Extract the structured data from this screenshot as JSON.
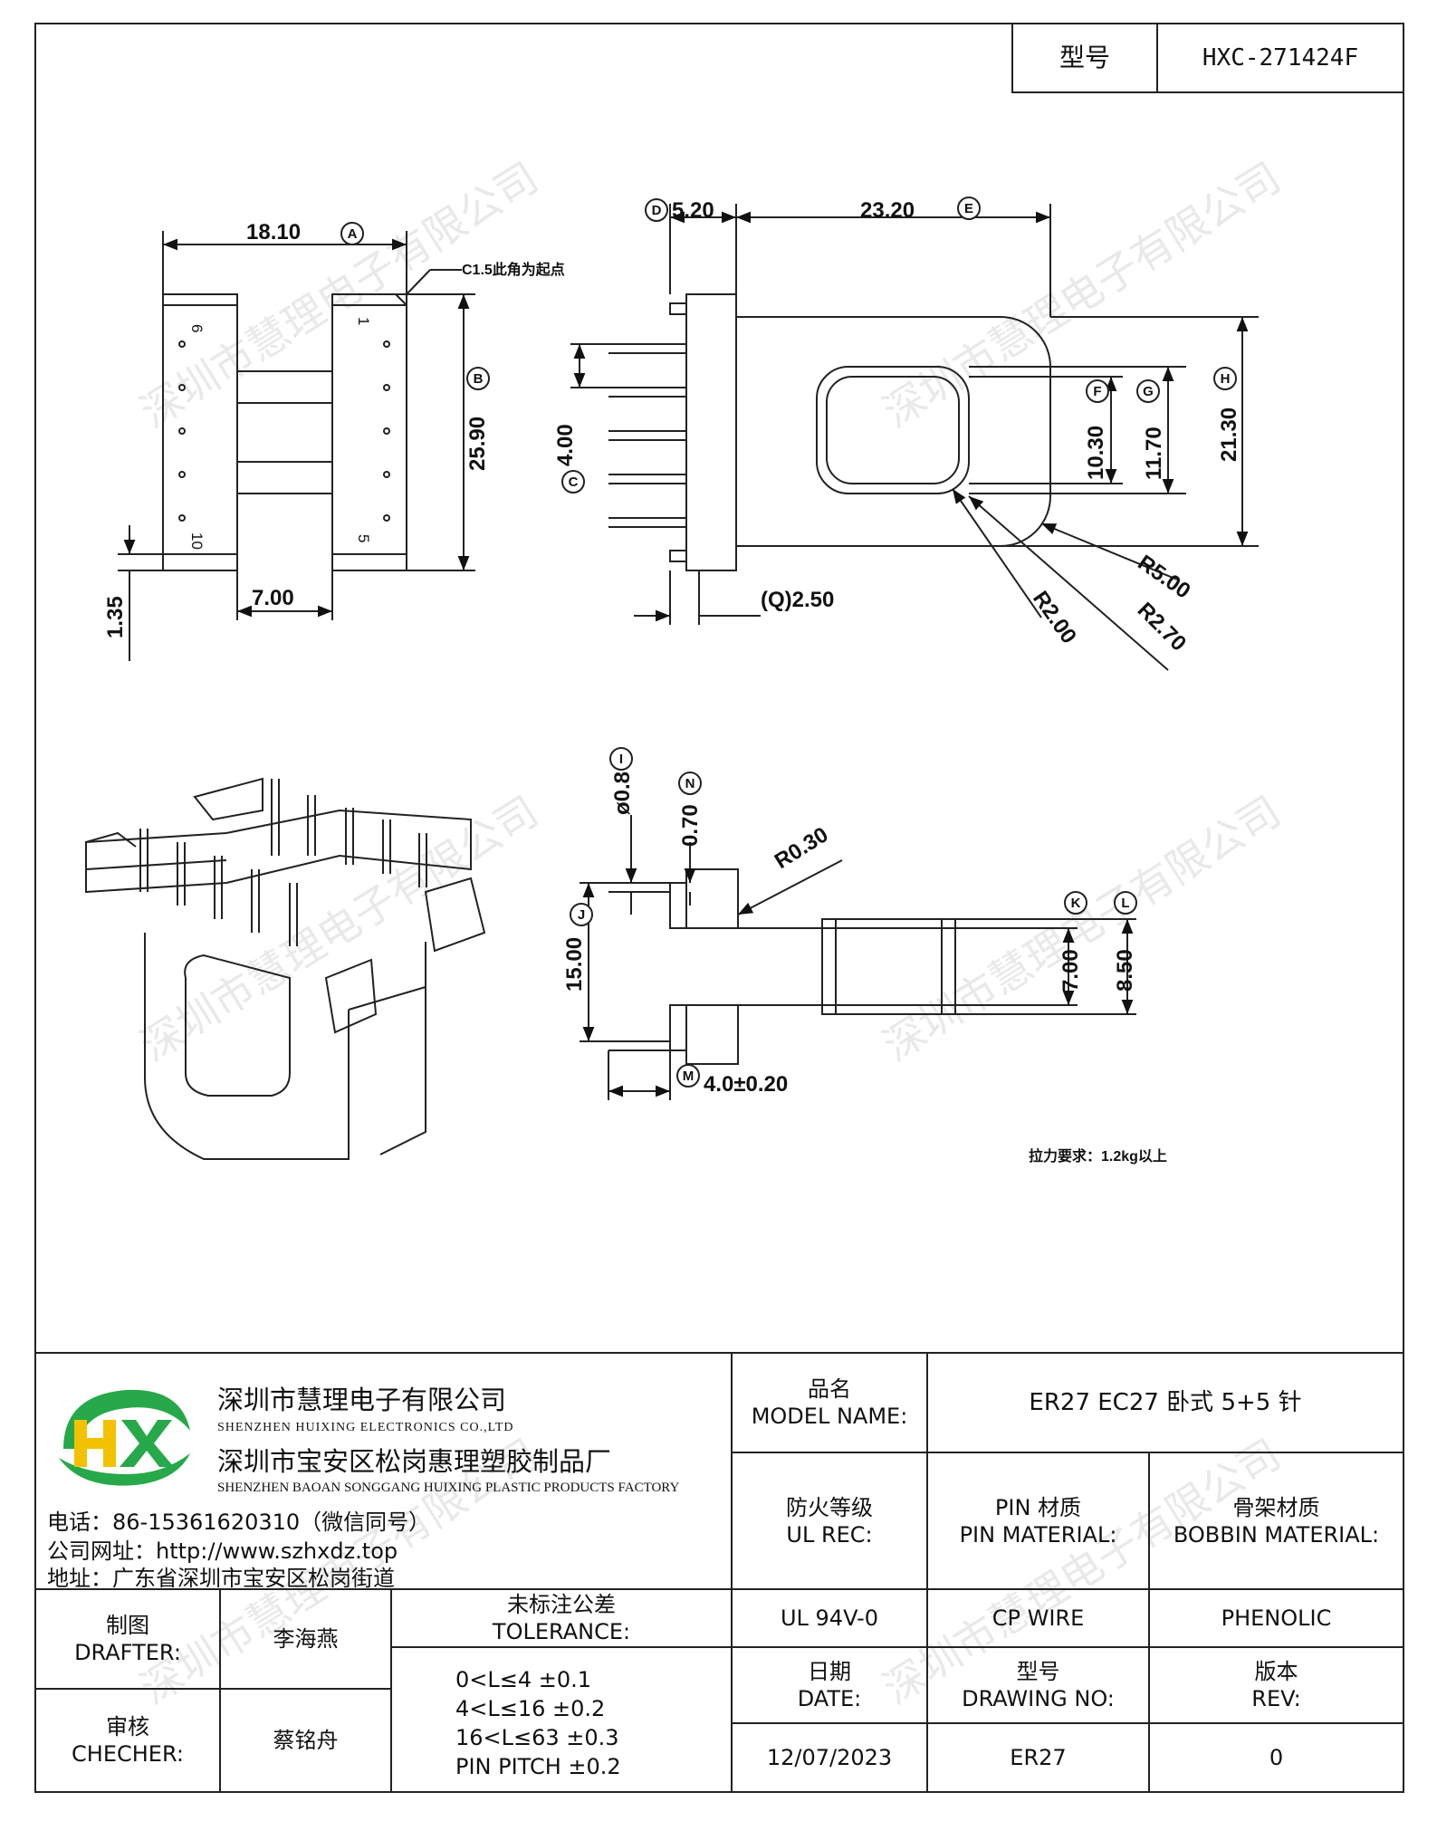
{
  "header": {
    "type_label": "型号",
    "type_value": "HXC-271424F"
  },
  "drawing": {
    "dims": {
      "a": "18.10",
      "b": "25.90",
      "c": "4.00",
      "d": "5.20",
      "e": "23.20",
      "f": "10.30",
      "g": "11.70",
      "h": "21.30",
      "q": "(Q)2.50",
      "r200": "R2.00",
      "r270": "R2.70",
      "r500": "R5.00",
      "w700": "7.00",
      "h135": "1.35",
      "i": "ø0.8",
      "n": "0.70",
      "r030": "R0.30",
      "j": "15.00",
      "k": "7.00",
      "l": "8.50",
      "m": "4.0±0.20"
    },
    "circle_letters": {
      "a": "A",
      "b": "B",
      "c": "C",
      "d": "D",
      "e": "E",
      "f": "F",
      "g": "G",
      "h": "H",
      "i": "I",
      "j": "J",
      "k": "K",
      "l": "L",
      "m": "M",
      "n": "N"
    },
    "pin_numbers": {
      "p6": "6",
      "p10": "10",
      "p1": "1",
      "p5": "5"
    },
    "note_c15": "C1.5此角为起点",
    "note_pull": "拉力要求：1.2kg以上"
  },
  "watermark": "深圳市慧理电子有限公司",
  "company": {
    "logo_letters": "HX",
    "name_cn": "深圳市慧理电子有限公司",
    "name_en": "SHENZHEN HUIXING ELECTRONICS CO.,LTD",
    "factory_cn": "深圳市宝安区松岗惠理塑胶制品厂",
    "factory_en": "SHENZHEN BAOAN SONGGANG HUIXING PLASTIC PRODUCTS FACTORY",
    "phone": "电话：86-15361620310（微信同号）",
    "website": "公司网址：http://www.szhxdz.top",
    "address": "地址：广东省深圳市宝安区松岗街道"
  },
  "title_block": {
    "model_name_cn": "品名",
    "model_name_en": "MODEL NAME:",
    "model_name_value": "ER27 EC27 卧式 5+5 针",
    "ul_cn": "防火等级",
    "ul_en": "UL REC:",
    "pin_cn": "PIN 材质",
    "pin_en": "PIN MATERIAL:",
    "bobbin_cn": "骨架材质",
    "bobbin_en": "BOBBIN MATERIAL:",
    "ul_value": "UL 94V-0",
    "pin_value": "CP WIRE",
    "bobbin_value": "PHENOLIC",
    "drafter_cn": "制图",
    "drafter_en": "DRAFTER:",
    "drafter_value": "李海燕",
    "checker_cn": "审核",
    "checker_en": "CHECHER:",
    "checker_value": "蔡铭舟",
    "tolerance_cn": "未标注公差",
    "tolerance_en": "TOLERANCE:",
    "tolerances": [
      "0<L≤4  ±0.1",
      "4<L≤16  ±0.2",
      "16<L≤63  ±0.3",
      "PIN PITCH  ±0.2"
    ],
    "date_cn": "日期",
    "date_en": "DATE:",
    "date_value": "12/07/2023",
    "drawing_no_cn": "型号",
    "drawing_no_en": "DRAWING NO:",
    "drawing_no_value": "ER27",
    "rev_cn": "版本",
    "rev_en": "REV:",
    "rev_value": "0"
  }
}
